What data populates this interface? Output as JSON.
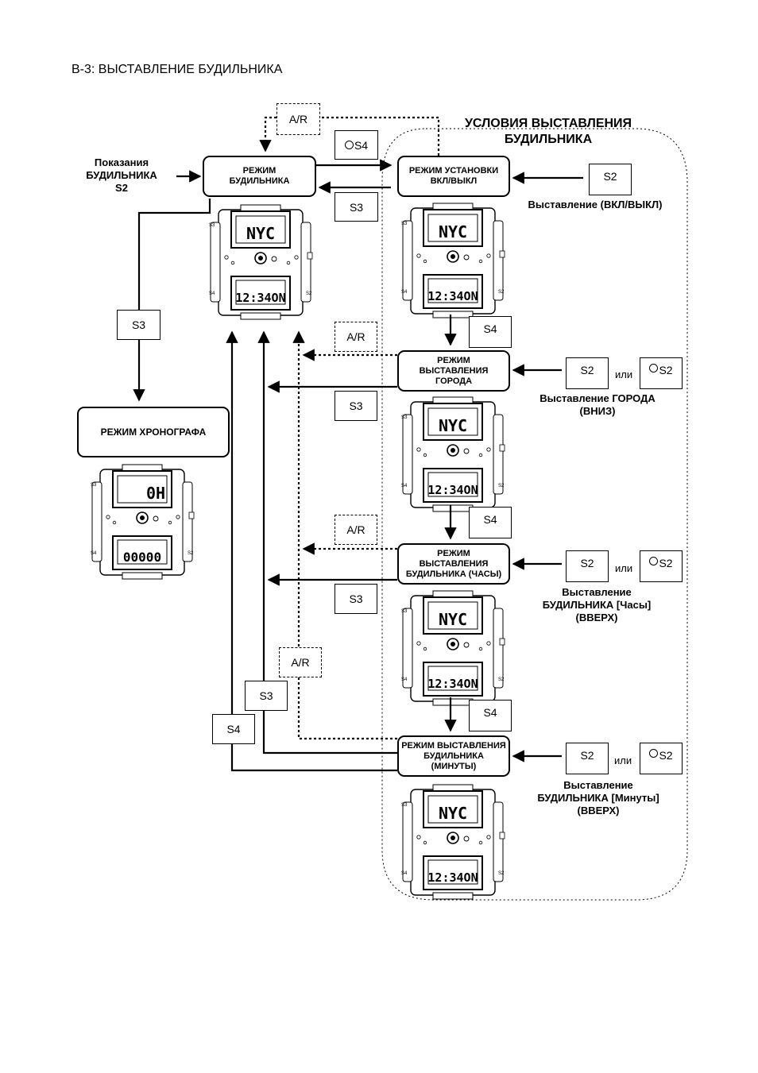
{
  "header": {
    "title": "B-3: ВЫСТАВЛЕНИЕ БУДИЛЬНИКА"
  },
  "conditions_title": [
    "УСЛОВИЯ ВЫСТАВЛЕНИЯ",
    "БУДИЛЬНИКА"
  ],
  "show_alarm_label": [
    "Показания",
    "БУДИЛЬНИКА",
    "S2"
  ],
  "modes": {
    "alarm": [
      "РЕЖИМ",
      "БУДИЛЬНИКА"
    ],
    "onoff": [
      "РЕЖИМ УСТАНОВКИ",
      "ВКЛ/ВЫКЛ"
    ],
    "city": [
      "РЕЖИМ",
      "ВЫСТАВЛЕНИЯ",
      "ГОРОДА"
    ],
    "hours": [
      "РЕЖИМ",
      "ВЫСТАВЛЕНИЯ",
      "БУДИЛЬНИКА (ЧАСЫ)"
    ],
    "minutes": [
      "РЕЖИМ ВЫСТАВЛЕНИЯ",
      "БУДИЛЬНИКА",
      "(МИНУТЫ)"
    ],
    "chrono": [
      "РЕЖИМ ХРОНОГРАФА"
    ]
  },
  "keys": {
    "s2": "S2",
    "s3": "S3",
    "s4": "S4",
    "ar": "A/R",
    "or": "или"
  },
  "captions": {
    "onoff": [
      "Выставление (ВКЛ/ВЫКЛ)"
    ],
    "city": [
      "Выставление ГОРОДА",
      "(ВНИЗ)"
    ],
    "hours": [
      "Выставление",
      "БУДИЛЬНИКА [Часы]",
      "(ВВЕРХ)"
    ],
    "minutes": [
      "Выставление",
      "БУДИЛЬНИКА [Минуты]",
      "(ВВЕРХ)"
    ]
  },
  "watch_display": {
    "city_code": "NYC",
    "time": "12:34ON",
    "chrono_top": "0H",
    "chrono_bottom": "00000"
  }
}
